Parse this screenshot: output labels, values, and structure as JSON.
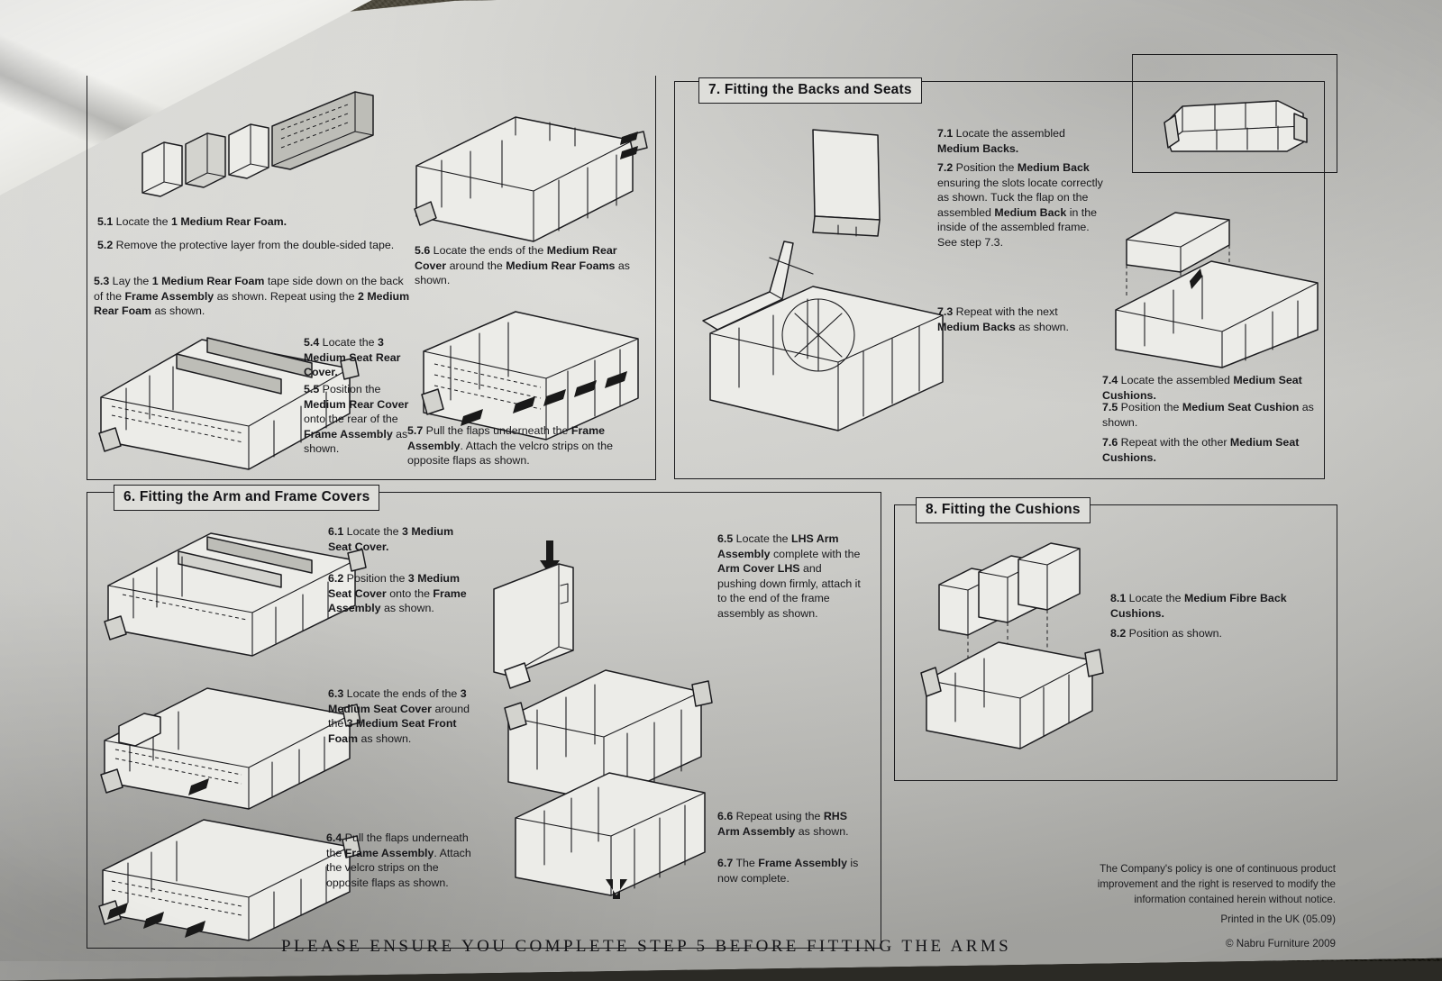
{
  "document": {
    "title": "Nabru Furniture Assembly Instructions",
    "bottom_banner": "PLEASE ENSURE YOU COMPLETE STEP 5 BEFORE FITTING THE ARMS"
  },
  "sections": [
    {
      "id": "section-5",
      "heading": "",
      "steps": [
        {
          "number": "5.1",
          "text": "Locate the 1 Medium Rear Foam."
        },
        {
          "number": "5.2",
          "text": "Remove the protective layer from the double-sided tape."
        },
        {
          "number": "5.3",
          "text": "Lay the 1 Medium Rear Foam tape side down on the back of the Frame Assembly as shown. Repeat using the 2 Medium Rear Foam as shown."
        },
        {
          "number": "5.4",
          "text": "Locate the 3 Medium Seat Rear Cover."
        },
        {
          "number": "5.5",
          "text": "Position the Medium Rear Cover onto the rear of the Frame Assembly as shown."
        },
        {
          "number": "5.6",
          "text": "Locate the ends of the Medium Rear Cover around the Medium Rear Foams as shown."
        },
        {
          "number": "5.7",
          "text": "Pull the flaps underneath the Frame Assembly. Attach the velcro strips on the opposite flaps as shown."
        }
      ]
    },
    {
      "id": "section-6",
      "heading": "6. Fitting the Arm and Frame Covers",
      "steps": [
        {
          "number": "6.1",
          "text": "Locate the 3 Medium Seat Cover."
        },
        {
          "number": "6.2",
          "text": "Position the 3 Medium Seat Cover onto the Frame Assembly as shown."
        },
        {
          "number": "6.3",
          "text": "Locate the ends of the 3 Medium Seat Cover around the 3 Medium Seat Front Foam as shown."
        },
        {
          "number": "6.4",
          "text": "Pull the flaps underneath the Frame Assembly. Attach the velcro strips on the opposite flaps as shown."
        },
        {
          "number": "6.5",
          "text": "Locate the LHS Arm Assembly complete with the Arm Cover LHS and pushing down firmly, attach it to the end of the frame assembly as shown."
        },
        {
          "number": "6.6",
          "text": "Repeat using the RHS Arm Assembly as shown."
        },
        {
          "number": "6.7",
          "text": "The Frame Assembly is now complete."
        }
      ]
    },
    {
      "id": "section-7",
      "heading": "7. Fitting the Backs and Seats",
      "steps": [
        {
          "number": "7.1",
          "text": "Locate the assembled Medium Backs."
        },
        {
          "number": "7.2",
          "text": "Position the Medium Back ensuring the slots locate correctly as shown. Tuck the flap on the assembled Medium Back in the inside of the assembled frame. See step 7.3."
        },
        {
          "number": "7.3",
          "text": "Repeat with the next Medium Backs as shown."
        },
        {
          "number": "7.4",
          "text": "Locate the assembled Medium Seat Cushions."
        },
        {
          "number": "7.5",
          "text": "Position the Medium Seat Cushion as shown."
        },
        {
          "number": "7.6",
          "text": "Repeat with the other Medium Seat Cushions."
        }
      ]
    },
    {
      "id": "section-8",
      "heading": "8. Fitting the Cushions",
      "steps": [
        {
          "number": "8.1",
          "text": "Locate the Medium Fibre Back Cushions."
        },
        {
          "number": "8.2",
          "text": "Position as shown."
        }
      ]
    }
  ],
  "footer": {
    "policy_line1": "The Company's policy is one of continuous product",
    "policy_line2": "improvement and the right is reserved to modify the",
    "policy_line3": "information contained herein without notice.",
    "printed": "Printed in the UK (05.09)",
    "copyright": "© Nabru Furniture 2009"
  },
  "colors": {
    "paper": "#d8d8d4",
    "ink": "#1c1c1f",
    "backdrop": "#2b2a25"
  }
}
